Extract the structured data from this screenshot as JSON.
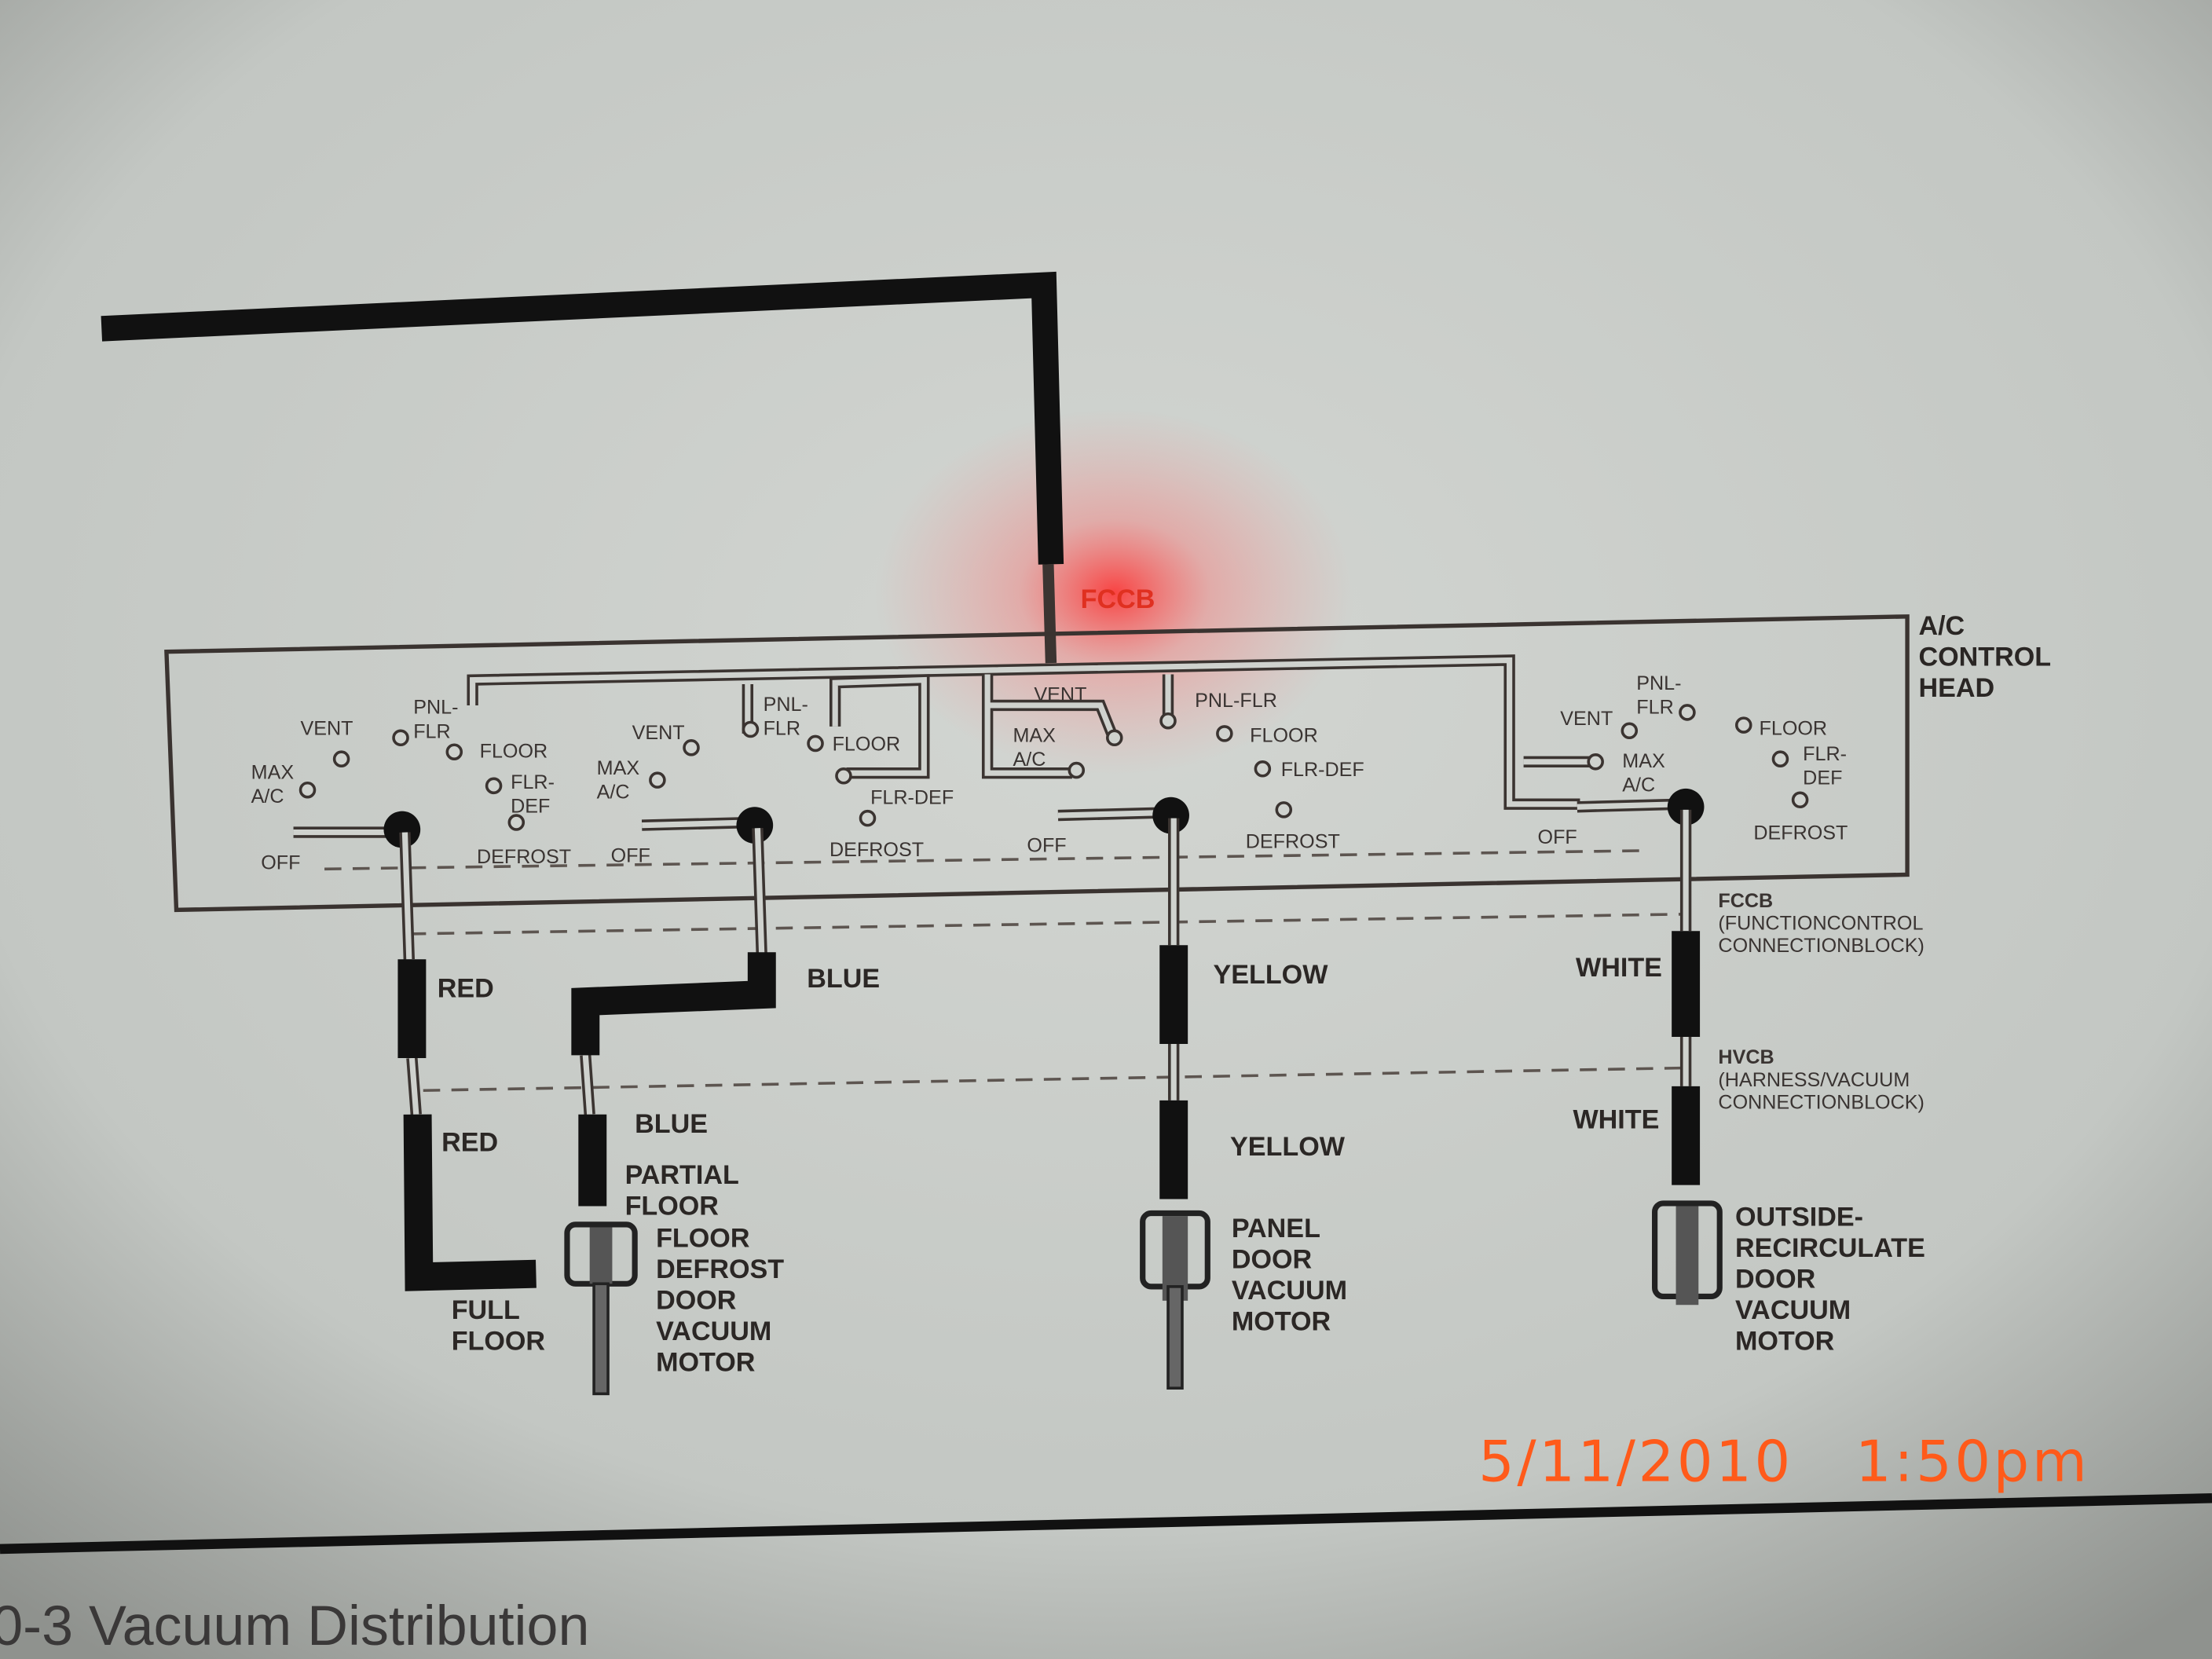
{
  "diagram": {
    "top_label": "FCCB",
    "control_head_label": [
      "A/C",
      "CONTROL",
      "HEAD"
    ],
    "switches": [
      {
        "max": [
          "MAX",
          "A/C"
        ],
        "vent": "VENT",
        "pnl_flr": [
          "PNL-",
          "FLR"
        ],
        "floor": "FLOOR",
        "flr_def": [
          "FLR-",
          "DEF"
        ],
        "defrost": "DEFROST",
        "off": "OFF"
      },
      {
        "max": [
          "MAX",
          "A/C"
        ],
        "vent": "VENT",
        "pnl_flr": [
          "PNL-",
          "FLR"
        ],
        "floor": "FLOOR",
        "flr_def": [
          "FLR-DEF"
        ],
        "defrost": "DEFROST",
        "off": "OFF"
      },
      {
        "max": [
          "MAX",
          "A/C"
        ],
        "vent": "VENT",
        "pnl_flr": [
          "PNL-FLR"
        ],
        "floor": "FLOOR",
        "flr_def": [
          "FLR-DEF"
        ],
        "defrost": "DEFROST",
        "off": "OFF"
      },
      {
        "max": [
          "MAX",
          "A/C"
        ],
        "vent": "VENT",
        "pnl_flr": [
          "PNL-",
          "FLR"
        ],
        "floor": "FLOOR",
        "flr_def": [
          "FLR-",
          "DEF"
        ],
        "defrost": "DEFROST",
        "off": "OFF"
      }
    ],
    "fccb_block": [
      "FCCB",
      "(FUNCTIONCONTROL",
      "CONNECTIONBLOCK)"
    ],
    "hvcb_block": [
      "HVCB",
      "(HARNESS/VACUUM",
      "CONNECTIONBLOCK)"
    ],
    "hoses": {
      "red_upper": "RED",
      "red_lower": "RED",
      "blue_upper": "BLUE",
      "blue_lower": "BLUE",
      "yellow_upper": "YELLOW",
      "yellow_lower": "YELLOW",
      "white_upper": "WHITE",
      "white_lower": "WHITE"
    },
    "motors": {
      "partial_floor": [
        "PARTIAL",
        "FLOOR"
      ],
      "full_floor": [
        "FULL",
        "FLOOR"
      ],
      "floor_defrost": [
        "FLOOR",
        "DEFROST",
        "DOOR",
        "VACUUM",
        "MOTOR"
      ],
      "panel": [
        "PANEL",
        "DOOR",
        "VACUUM",
        "MOTOR"
      ],
      "outside_recirc": [
        "OUTSIDE-",
        "RECIRCULATE",
        "DOOR",
        "VACUUM",
        "MOTOR"
      ]
    }
  },
  "timestamp": "5/11/2010   1:50pm",
  "caption": "0-3 Vacuum Distribution",
  "colors": {
    "timestamp": "#ff5a1a",
    "glare": "#ff3030"
  }
}
